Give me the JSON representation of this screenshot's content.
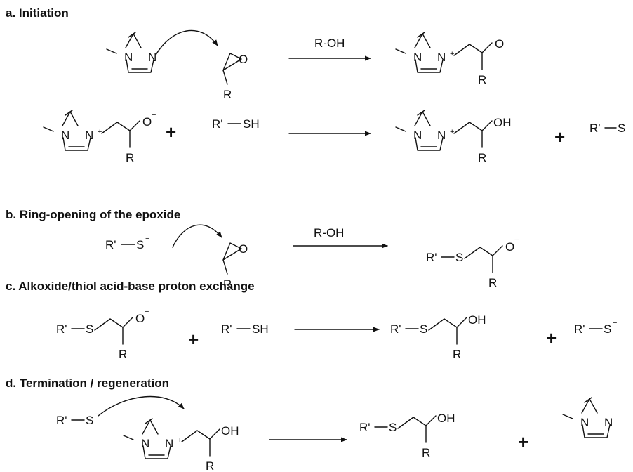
{
  "sections": {
    "a": {
      "title": "a. Initiation"
    },
    "b": {
      "title": "b. Ring-opening of the epoxide"
    },
    "c": {
      "title": "c. Alkoxide/thiol acid-base proton exchange"
    },
    "d": {
      "title": "d. Termination / regeneration"
    }
  },
  "conditions": {
    "a": "R-OH",
    "b": "R-OH"
  },
  "atoms": {
    "N": "N",
    "O": "O",
    "R": "R",
    "OH": "OH",
    "S": "S",
    "Rp": "R'",
    "SH": "SH",
    "plus_sign": "+",
    "minus_sign": "−"
  }
}
